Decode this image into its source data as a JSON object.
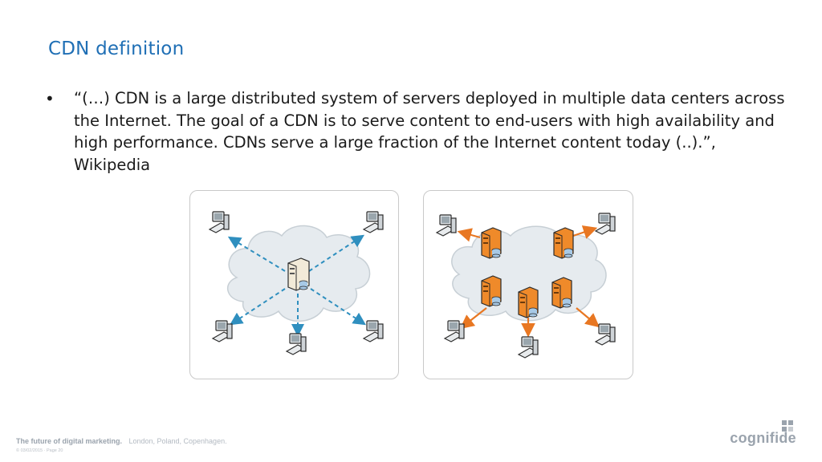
{
  "slide": {
    "title": "CDN definition",
    "bullet_marker": "•",
    "bullet_text": "“(…) CDN is a large distributed system of servers deployed in multiple data centers across the Internet. The goal of a CDN is to serve content to end-users with high availability and high performance. CDNs serve a large fraction of the Internet content today (..).”, Wikipedia"
  },
  "diagram": {
    "left_panel": {
      "server_icon": "server-icon",
      "client_icon": "computer-icon",
      "arrow_color": "#2f8fbf",
      "cloud_color": "#e6ebef",
      "clients": 5,
      "servers": 1
    },
    "right_panel": {
      "server_icon": "server-icon",
      "client_icon": "computer-icon",
      "arrow_color": "#e87722",
      "server_color": "#ef8a2a",
      "clients": 5,
      "servers": 5
    }
  },
  "footer": {
    "tagline": "The future of digital marketing.",
    "locations": "London, Poland, Copenhagen.",
    "copyright": "© 03/02/2015 · Page 20"
  },
  "brand": {
    "name": "cognifide",
    "color": "#9aa3ad"
  }
}
